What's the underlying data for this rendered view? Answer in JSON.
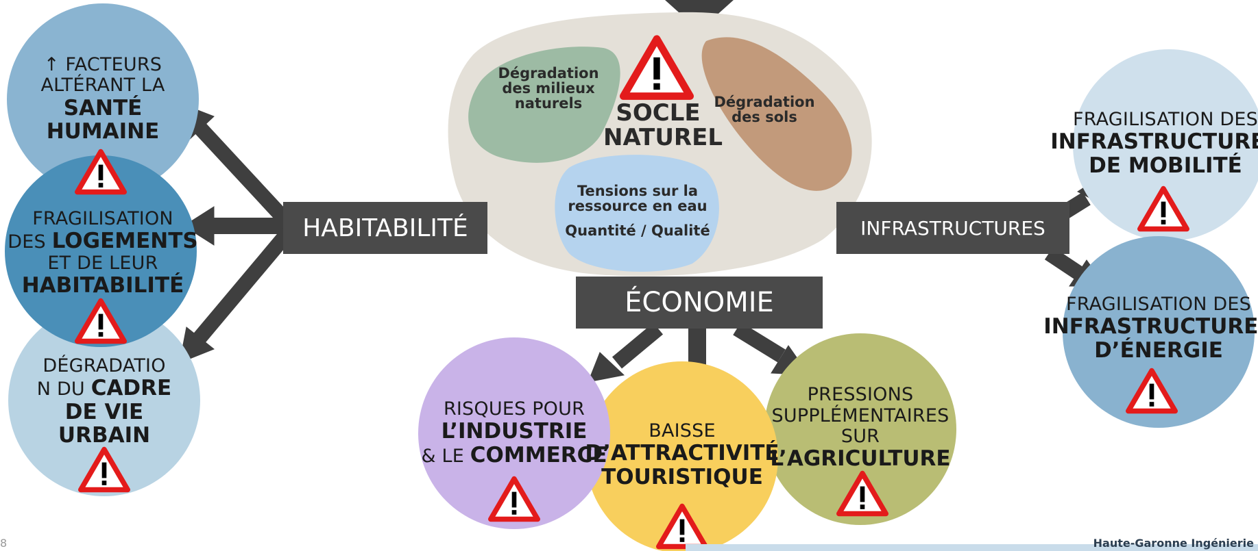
{
  "center": {
    "title_line1": "SOCLE",
    "title_line2": "NATUREL",
    "blob_green": [
      "Dégradation",
      "des milieux",
      "naturels"
    ],
    "blob_brown": [
      "Dégradation",
      "des sols"
    ],
    "blob_blue": [
      "Tensions sur la",
      "ressource en eau"
    ],
    "blob_blue_sub": "Quantité / Qualité"
  },
  "hubs": {
    "habitabilite": "HABITABILITÉ",
    "infrastructures": "INFRASTRUCTURES",
    "economie": "ÉCONOMIE"
  },
  "left_circles": [
    {
      "lines": [
        "↑ FACTEURS",
        "ALTÉRANT LA"
      ],
      "bold": [
        "SANTÉ",
        "HUMAINE"
      ]
    },
    {
      "lines": [
        "FRAGILISATION"
      ],
      "mixed": [
        "DES ",
        "LOGEMENTS"
      ],
      "lines2": [
        "ET DE LEUR"
      ],
      "bold": [
        "HABITABILITÉ"
      ]
    },
    {
      "lines": [
        "DÉGRADATIO"
      ],
      "mixed": [
        "N DU ",
        "CADRE"
      ],
      "bold": [
        "DE VIE",
        "URBAIN"
      ]
    }
  ],
  "right_circles": [
    {
      "lines": [
        "FRAGILISATION DES"
      ],
      "bold": [
        "INFRASTRUCTURES",
        "DE MOBILITÉ"
      ]
    },
    {
      "lines": [
        "FRAGILISATION DES"
      ],
      "bold": [
        "INFRASTRUCTURES",
        "D’ÉNERGIE"
      ]
    }
  ],
  "bottom_circles": [
    {
      "lines": [
        "RISQUES POUR"
      ],
      "bold": [
        "L’INDUSTRIE"
      ],
      "mixed": [
        "& LE ",
        "COMMERCE"
      ]
    },
    {
      "lines": [
        "BAISSE"
      ],
      "bold": [
        "D’ATTRACTIVITÉ",
        "TOURISTIQUE"
      ]
    },
    {
      "lines": [
        "PRESSIONS",
        "SUPPLÉMENTAIRES",
        "SUR"
      ],
      "bold": [
        "L’AGRICULTURE"
      ]
    }
  ],
  "footer": "Haute-Garonne Ingénierie",
  "page_number": "8",
  "colors": {
    "hub": "#4a4a4a",
    "arrow": "#3f3f3f",
    "warning_red": "#e31b1b",
    "c_left1": "#8ab4d1",
    "c_left2": "#4a8fb8",
    "c_left3": "#b8d3e3",
    "c_right1": "#cfe0ec",
    "c_right2": "#89b2cf",
    "c_purple": "#c9b3e8",
    "c_yellow": "#f8cf5d",
    "c_olive": "#b9bd74",
    "socle_bg": "#e4e0d8",
    "blob_green": "#9dbba4",
    "blob_brown": "#c29a7b",
    "blob_blue": "#b5d3ee"
  }
}
